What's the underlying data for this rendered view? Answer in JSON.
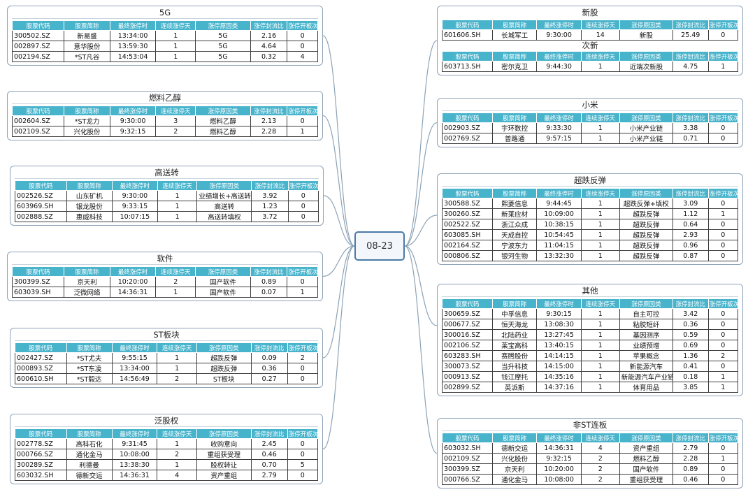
{
  "center": {
    "label": "08-23"
  },
  "headers": [
    "股票代码",
    "股票简称",
    "最终涨停时",
    "连续涨停天",
    "涨停原因类",
    "涨停封流比",
    "涨停开板次"
  ],
  "sections": [
    {
      "id": "5g",
      "title": "5G",
      "rows": [
        [
          "300502.SZ",
          "新易盛",
          "13:34:00",
          "1",
          "5G",
          "2.16",
          "0"
        ],
        [
          "002897.SZ",
          "意华股份",
          "13:59:30",
          "1",
          "5G",
          "4.64",
          "0"
        ],
        [
          "002194.SZ",
          "*ST凡谷",
          "14:53:04",
          "1",
          "5G",
          "0.32",
          "4"
        ]
      ]
    },
    {
      "id": "ethanol",
      "title": "燃料乙醇",
      "rows": [
        [
          "002604.SZ",
          "*ST龙力",
          "9:30:00",
          "3",
          "燃料乙醇",
          "2.13",
          "0"
        ],
        [
          "002109.SZ",
          "兴化股份",
          "9:32:15",
          "2",
          "燃料乙醇",
          "2.28",
          "1"
        ]
      ]
    },
    {
      "id": "gaosongzhuan",
      "title": "高送转",
      "rows": [
        [
          "002526.SZ",
          "山东矿机",
          "9:30:00",
          "1",
          "业绩增长+高送转",
          "3.92",
          "0"
        ],
        [
          "603969.SH",
          "银龙股份",
          "9:33:15",
          "1",
          "高送转",
          "1.23",
          "0"
        ],
        [
          "002888.SZ",
          "惠威科技",
          "10:07:15",
          "1",
          "高送转填权",
          "3.72",
          "0"
        ]
      ]
    },
    {
      "id": "software",
      "title": "软件",
      "rows": [
        [
          "300399.SZ",
          "京天利",
          "10:20:00",
          "2",
          "国产软件",
          "0.89",
          "0"
        ],
        [
          "603039.SH",
          "泛微网络",
          "14:36:31",
          "1",
          "国产软件",
          "0.07",
          "1"
        ]
      ]
    },
    {
      "id": "st",
      "title": "ST板块",
      "rows": [
        [
          "002427.SZ",
          "*ST尤夫",
          "9:55:15",
          "1",
          "超跌反弹",
          "0.09",
          "2"
        ],
        [
          "000893.SZ",
          "*ST东凌",
          "13:34:00",
          "1",
          "超跌反弹",
          "0.36",
          "0"
        ],
        [
          "600610.SH",
          "*ST毅达",
          "14:56:49",
          "2",
          "ST板块",
          "0.27",
          "0"
        ]
      ]
    },
    {
      "id": "fanguquan",
      "title": "泛股权",
      "rows": [
        [
          "002778.SZ",
          "高科石化",
          "9:31:45",
          "1",
          "收购意向",
          "2.45",
          "0"
        ],
        [
          "000766.SZ",
          "通化金马",
          "10:08:00",
          "2",
          "重组获受理",
          "0.46",
          "0"
        ],
        [
          "300289.SZ",
          "利德曼",
          "13:38:30",
          "1",
          "股权转让",
          "0.70",
          "5"
        ],
        [
          "603032.SH",
          "德新交运",
          "14:36:31",
          "4",
          "资产重组",
          "2.79",
          "0"
        ]
      ]
    },
    {
      "id": "new",
      "title": "新股",
      "rows": [
        [
          "601606.SH",
          "长城军工",
          "9:30:00",
          "14",
          "新股",
          "25.49",
          "0"
        ]
      ],
      "subtitle": "次新",
      "rows2": [
        [
          "603713.SH",
          "密尔克卫",
          "9:44:30",
          "1",
          "近端次新股",
          "4.75",
          "1"
        ]
      ]
    },
    {
      "id": "xiaomi",
      "title": "小米",
      "rows": [
        [
          "002903.SZ",
          "宇环数控",
          "9:33:30",
          "1",
          "小米产业链",
          "3.38",
          "0"
        ],
        [
          "002769.SZ",
          "普路通",
          "9:57:15",
          "1",
          "小米产业链",
          "0.71",
          "0"
        ]
      ]
    },
    {
      "id": "rebound",
      "title": "超跌反弹",
      "rows": [
        [
          "300588.SZ",
          "熙菱信息",
          "9:44:45",
          "1",
          "超跌反弹+填权",
          "3.09",
          "0"
        ],
        [
          "300260.SZ",
          "新莱应材",
          "10:09:00",
          "1",
          "超跌反弹",
          "1.12",
          "1"
        ],
        [
          "002522.SZ",
          "浙江众成",
          "10:38:15",
          "1",
          "超跌反弹",
          "0.64",
          "0"
        ],
        [
          "603085.SH",
          "天成自控",
          "10:54:45",
          "1",
          "超跌反弹",
          "2.93",
          "0"
        ],
        [
          "002164.SZ",
          "宁波东力",
          "11:04:15",
          "1",
          "超跌反弹",
          "0.96",
          "0"
        ],
        [
          "000806.SZ",
          "银河生物",
          "13:32:30",
          "1",
          "超跌反弹",
          "0.87",
          "0"
        ]
      ]
    },
    {
      "id": "other",
      "title": "其他",
      "rows": [
        [
          "300659.SZ",
          "中孚信息",
          "9:30:15",
          "1",
          "自主可控",
          "3.42",
          "0"
        ],
        [
          "000677.SZ",
          "恒天海龙",
          "13:08:30",
          "1",
          "粘胶短纤",
          "0.36",
          "0"
        ],
        [
          "300016.SZ",
          "北陆药业",
          "13:27:45",
          "1",
          "基因测序",
          "0.59",
          "0"
        ],
        [
          "002106.SZ",
          "莱宝高科",
          "13:40:15",
          "1",
          "业绩预增",
          "0.69",
          "0"
        ],
        [
          "603283.SH",
          "赛腾股份",
          "14:14:15",
          "1",
          "苹果概念",
          "1.36",
          "2"
        ],
        [
          "300073.SZ",
          "当升科技",
          "14:15:00",
          "1",
          "新能源汽车",
          "0.41",
          "0"
        ],
        [
          "000913.SZ",
          "钱江摩托",
          "14:35:16",
          "1",
          "新能源汽车产业链",
          "0.18",
          "1"
        ],
        [
          "002899.SZ",
          "英派斯",
          "14:37:16",
          "1",
          "体育用品",
          "3.85",
          "1"
        ]
      ]
    },
    {
      "id": "non-st",
      "title": "非ST连板",
      "rows": [
        [
          "603032.SH",
          "德新交运",
          "14:36:31",
          "4",
          "资产重组",
          "2.79",
          "0"
        ],
        [
          "002109.SZ",
          "兴化股份",
          "9:32:15",
          "2",
          "燃料乙醇",
          "2.28",
          "1"
        ],
        [
          "300399.SZ",
          "京天利",
          "10:20:00",
          "2",
          "国产软件",
          "0.89",
          "0"
        ],
        [
          "000766.SZ",
          "通化金马",
          "10:08:00",
          "2",
          "重组获受理",
          "0.46",
          "0"
        ]
      ]
    }
  ]
}
